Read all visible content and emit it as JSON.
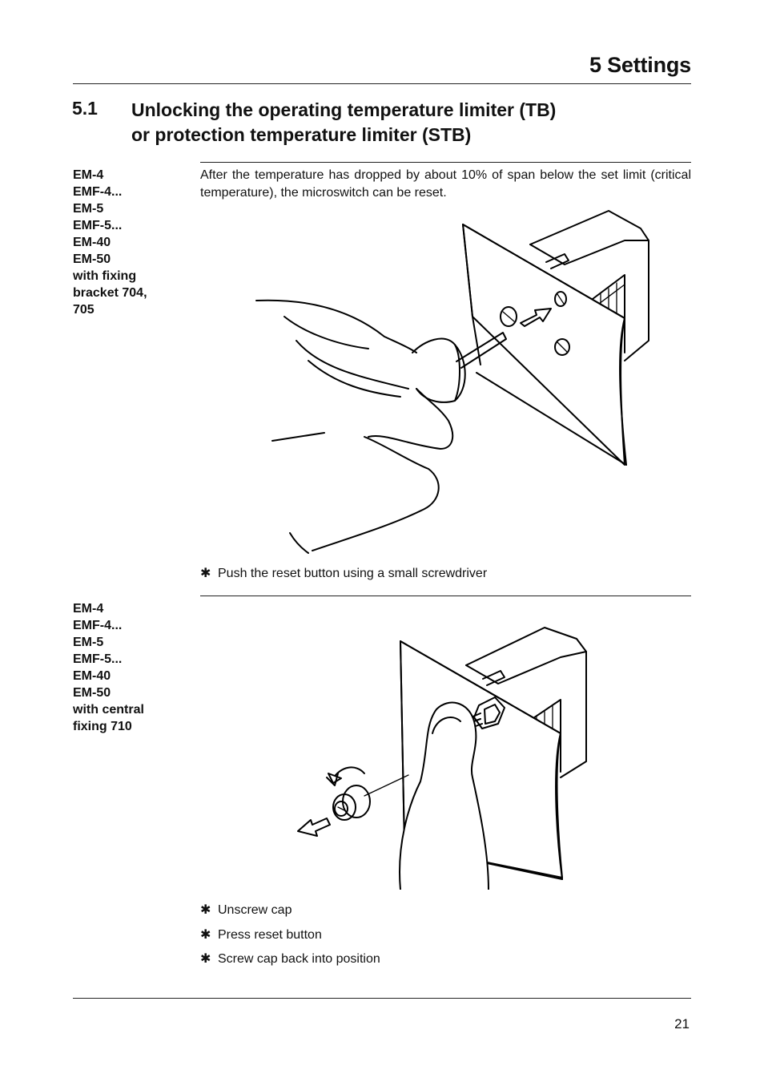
{
  "header": {
    "chapter": "5 Settings"
  },
  "section": {
    "number": "5.1",
    "title_line1": "Unlocking the operating temperature limiter (TB)",
    "title_line2": "or protection temperature limiter (STB)"
  },
  "block1": {
    "models": [
      "EM-4",
      "EMF-4...",
      "EM-5",
      "EMF-5...",
      "EM-40",
      "EM-50",
      "with fixing",
      "bracket 704,",
      "705"
    ],
    "text": "After the temperature has dropped by about 10% of span below the set limit (critical temperature), the microswitch can be reset.",
    "steps": [
      "Push the reset button using a small screwdriver"
    ]
  },
  "block2": {
    "models": [
      "EM-4",
      "EMF-4...",
      "EM-5",
      "EMF-5...",
      "EM-40",
      "EM-50",
      "with central",
      "fixing 710"
    ],
    "steps": [
      "Unscrew cap",
      "Press reset button",
      "Screw cap back into position"
    ]
  },
  "footer": {
    "page_number": "21"
  },
  "bullet_symbol": "✱"
}
